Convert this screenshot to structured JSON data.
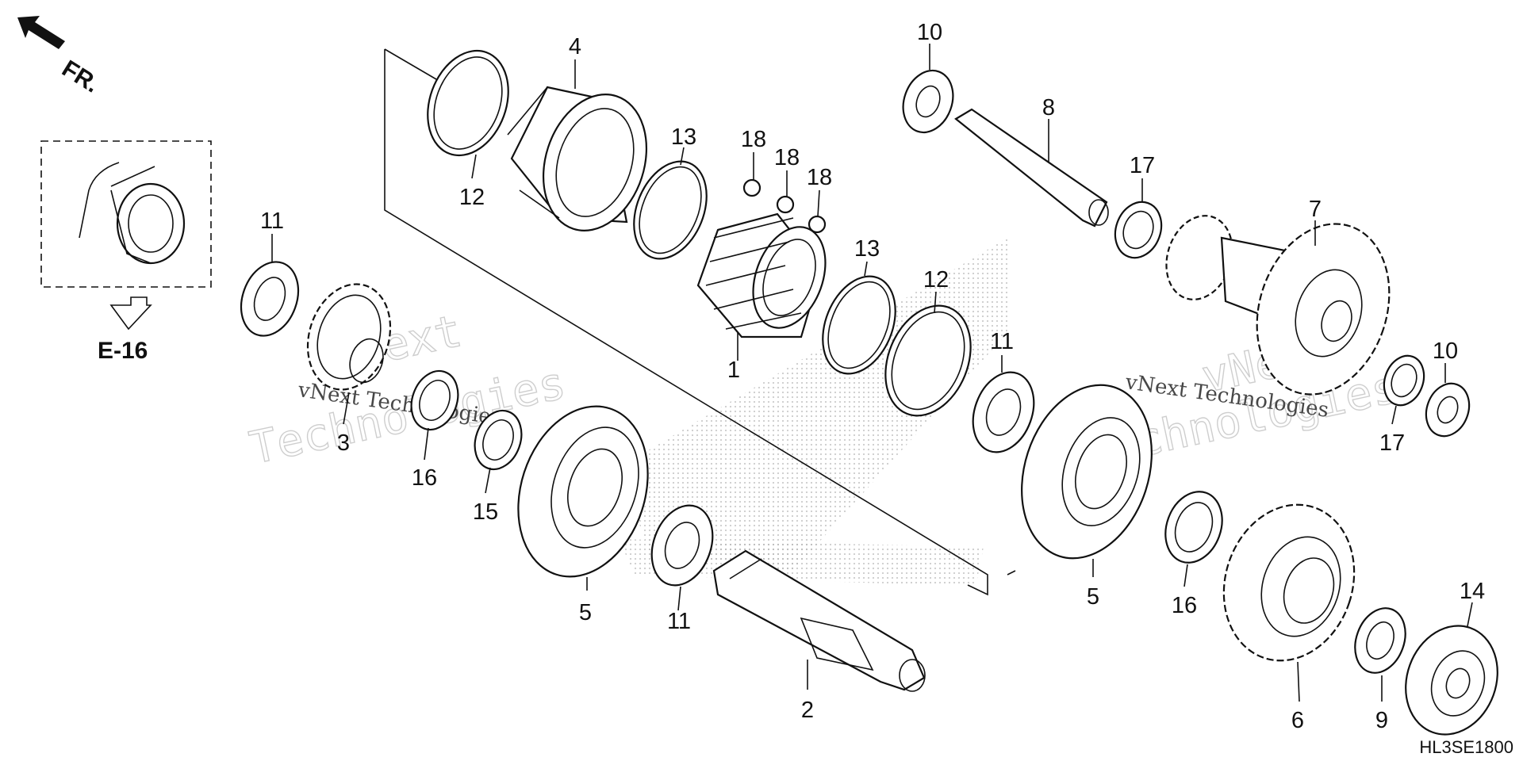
{
  "header": {
    "front_label": "FR.",
    "ref_label": "E-16",
    "diagram_code": "HL3SE1800"
  },
  "watermark": {
    "line1": "vNext",
    "line2": "Technologies",
    "small_text": "vNext Technologies"
  },
  "callouts": [
    {
      "id": "c1",
      "label": "1"
    },
    {
      "id": "c2",
      "label": "2"
    },
    {
      "id": "c3",
      "label": "3"
    },
    {
      "id": "c4",
      "label": "4"
    },
    {
      "id": "c5a",
      "label": "5"
    },
    {
      "id": "c5b",
      "label": "5"
    },
    {
      "id": "c6",
      "label": "6"
    },
    {
      "id": "c7",
      "label": "7"
    },
    {
      "id": "c8",
      "label": "8"
    },
    {
      "id": "c9",
      "label": "9"
    },
    {
      "id": "c10a",
      "label": "10"
    },
    {
      "id": "c10b",
      "label": "10"
    },
    {
      "id": "c11a",
      "label": "11"
    },
    {
      "id": "c11b",
      "label": "11"
    },
    {
      "id": "c11c",
      "label": "11"
    },
    {
      "id": "c12a",
      "label": "12"
    },
    {
      "id": "c12b",
      "label": "12"
    },
    {
      "id": "c13a",
      "label": "13"
    },
    {
      "id": "c13b",
      "label": "13"
    },
    {
      "id": "c14",
      "label": "14"
    },
    {
      "id": "c15",
      "label": "15"
    },
    {
      "id": "c16a",
      "label": "16"
    },
    {
      "id": "c16b",
      "label": "16"
    },
    {
      "id": "c17a",
      "label": "17"
    },
    {
      "id": "c17b",
      "label": "17"
    },
    {
      "id": "c18a",
      "label": "18"
    },
    {
      "id": "c18b",
      "label": "18"
    },
    {
      "id": "c18c",
      "label": "18"
    }
  ]
}
